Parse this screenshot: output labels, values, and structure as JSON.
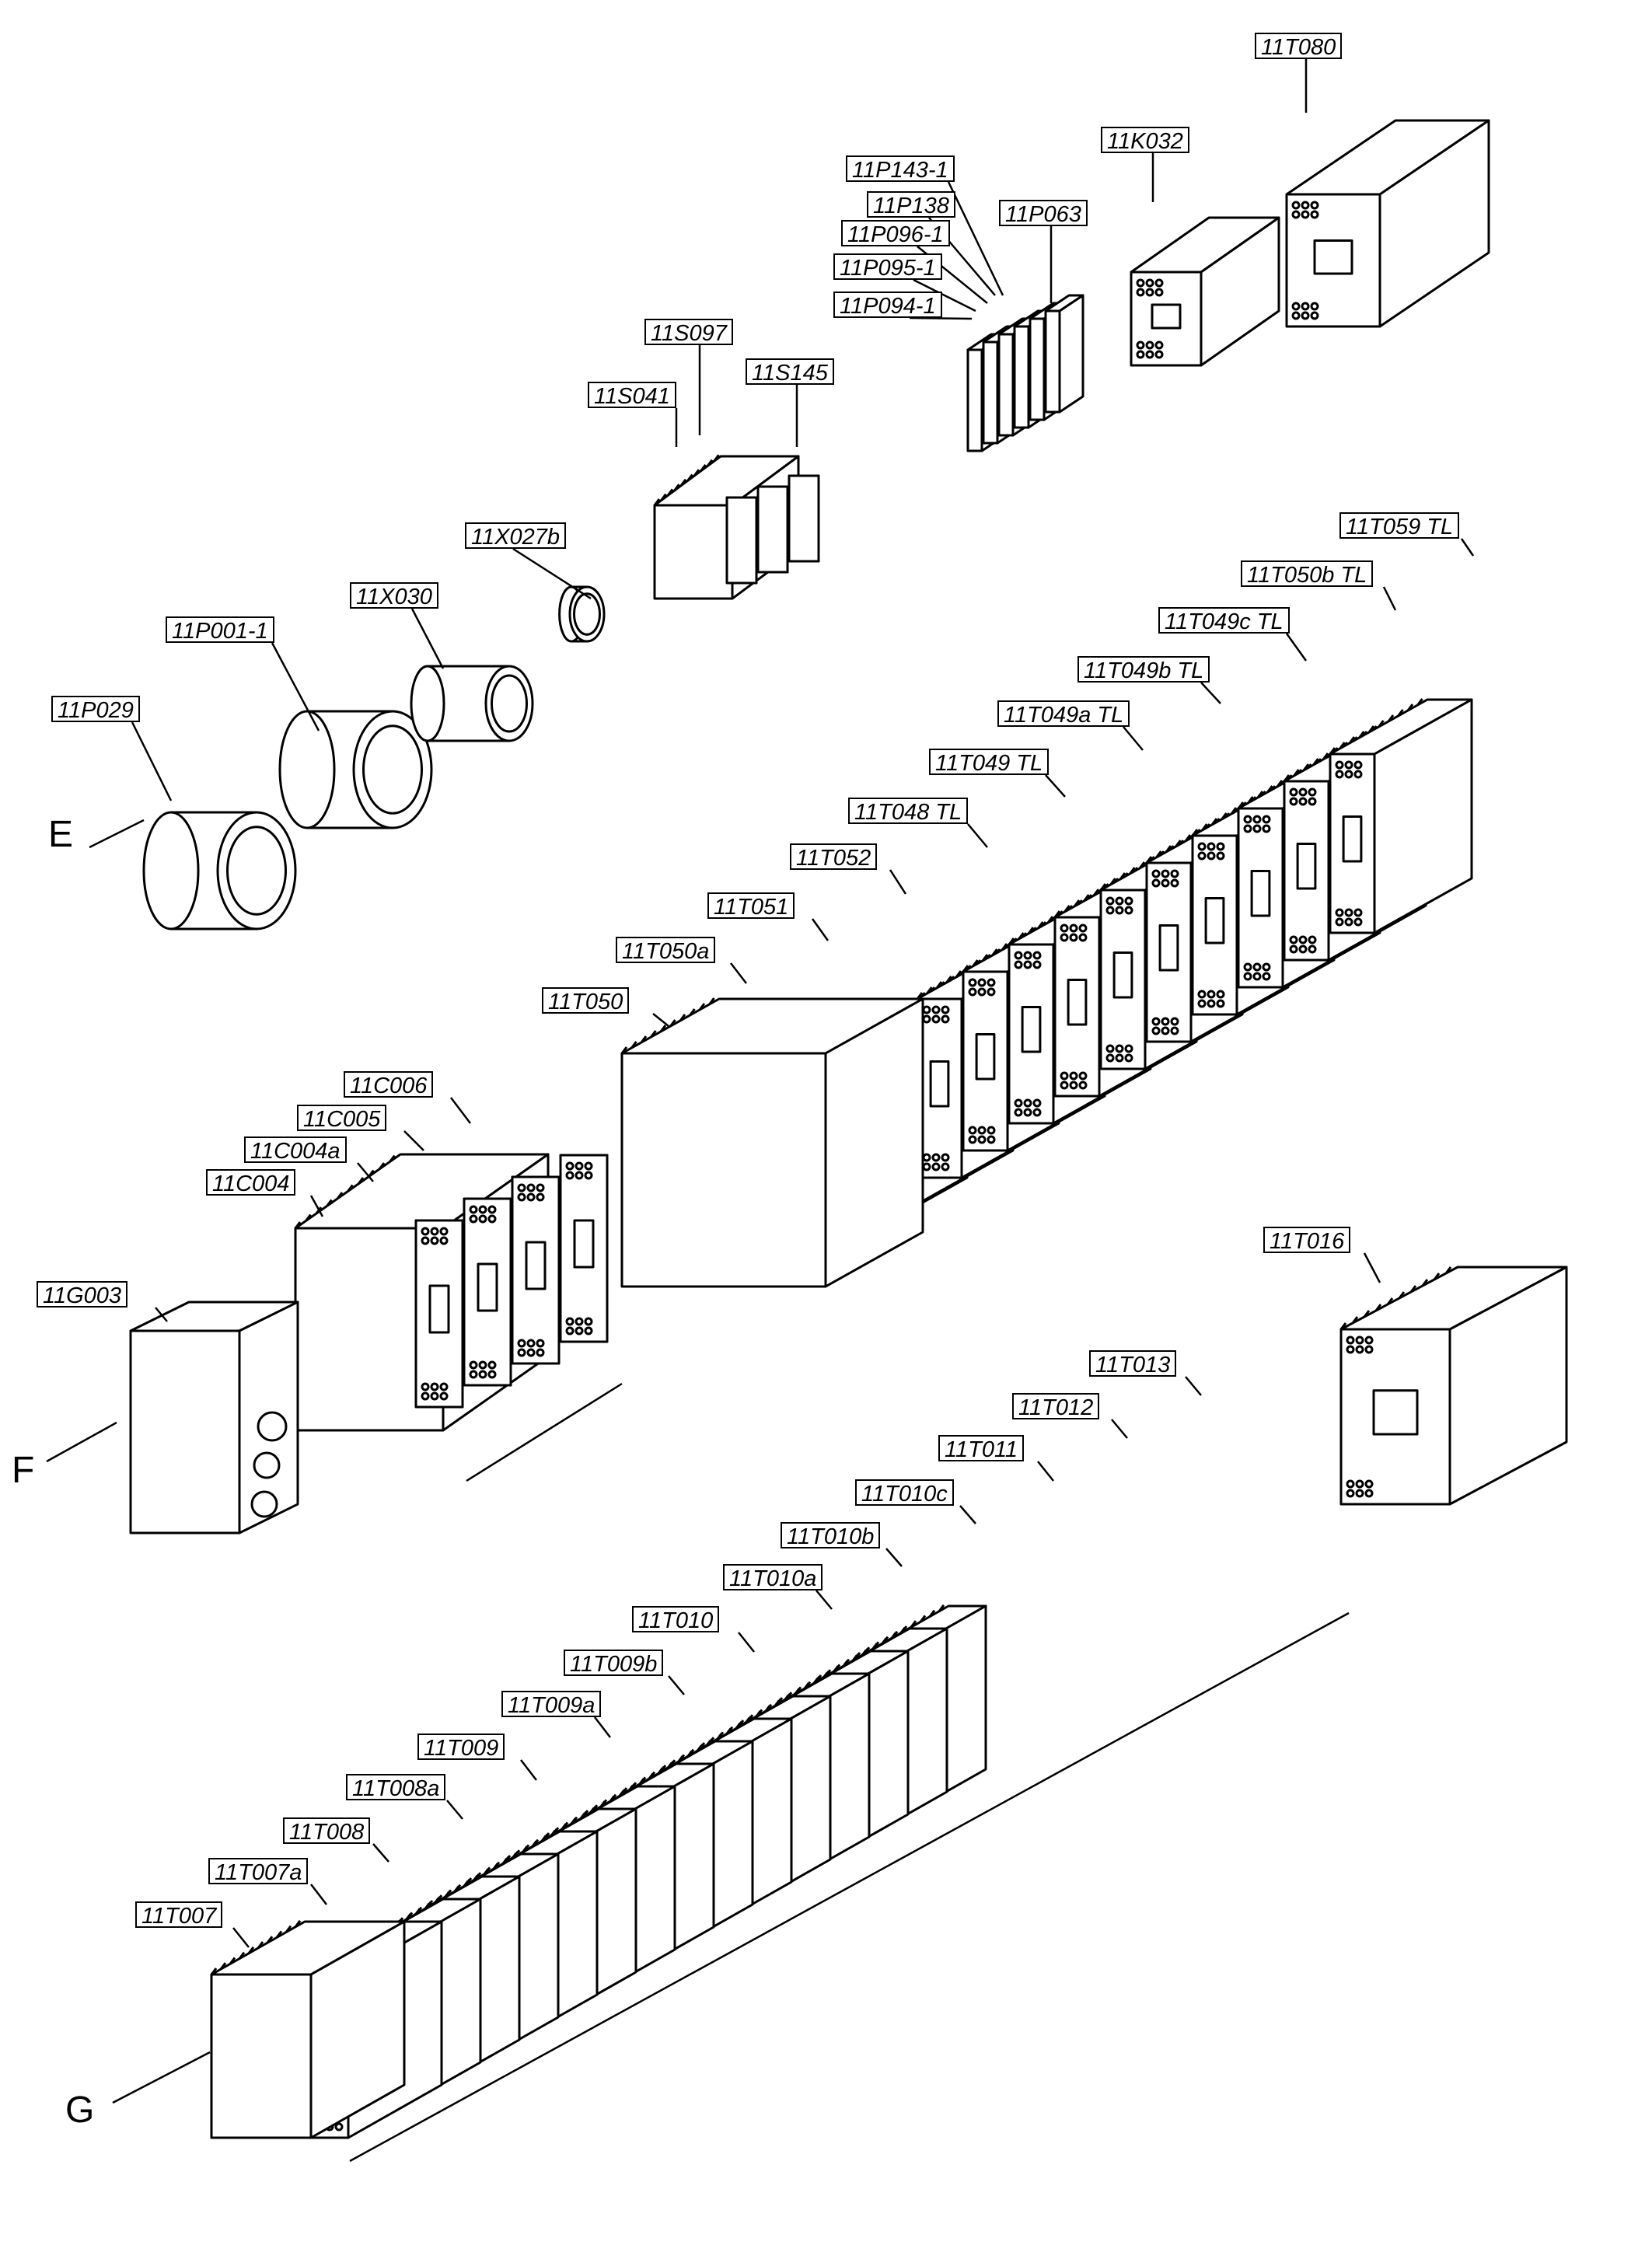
{
  "labels": {
    "l_11T080": "11T080",
    "l_11K032": "11K032",
    "l_11P143_1": "11P143-1",
    "l_11P138": "11P138",
    "l_11P096_1": "11P096-1",
    "l_11P095_1": "11P095-1",
    "l_11P094_1": "11P094-1",
    "l_11P063": "11P063",
    "l_11S097": "11S097",
    "l_11S041": "11S041",
    "l_11S145": "11S145",
    "l_11X027b": "11X027b",
    "l_11X030": "11X030",
    "l_11P001_1": "11P001-1",
    "l_11P029": "11P029",
    "l_11T059TL": "11T059 TL",
    "l_11T050bTL": "11T050b TL",
    "l_11T049cTL": "11T049c TL",
    "l_11T049bTL": "11T049b TL",
    "l_11T049aTL": "11T049a TL",
    "l_11T049TL": "11T049 TL",
    "l_11T048TL": "11T048 TL",
    "l_11T052": "11T052",
    "l_11T051": "11T051",
    "l_11T050a": "11T050a",
    "l_11T050": "11T050",
    "l_11C006": "11C006",
    "l_11C005": "11C005",
    "l_11C004a": "11C004a",
    "l_11C004": "11C004",
    "l_11G003": "11G003",
    "l_11T016": "11T016",
    "l_11T013": "11T013",
    "l_11T012": "11T012",
    "l_11T011": "11T011",
    "l_11T010c": "11T010c",
    "l_11T010b": "11T010b",
    "l_11T010a": "11T010a",
    "l_11T010": "11T010",
    "l_11T009b": "11T009b",
    "l_11T009a": "11T009a",
    "l_11T009": "11T009",
    "l_11T008a": "11T008a",
    "l_11T008": "11T008",
    "l_11T007a": "11T007a",
    "l_11T007": "11T007"
  },
  "group_markers": {
    "E": "E",
    "F": "F",
    "G": "G"
  },
  "colors": {
    "stroke": "#000000",
    "background": "#ffffff",
    "fill": "#ffffff"
  }
}
